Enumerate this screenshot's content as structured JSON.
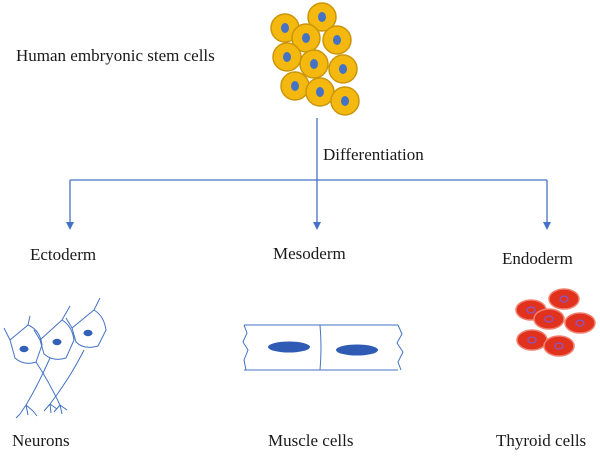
{
  "labels": {
    "stem_cells": "Human embryonic stem cells",
    "process": "Differentiation",
    "ectoderm": "Ectoderm",
    "mesoderm": "Mesoderm",
    "endoderm": "Endoderm",
    "neurons": "Neurons",
    "muscle_cells": "Muscle cells",
    "thyroid_cells": "Thyroid cells"
  },
  "colors": {
    "line": "#4472c4",
    "stem_cell_fill": "#f5b80f",
    "stem_cell_outline": "#c9960a",
    "nucleus": "#4472c4",
    "muscle_nucleus": "#2f5bb5",
    "thyroid_fill": "#e0321d",
    "thyroid_outline": "#f08070",
    "thyroid_nucleus": "#8a55c8"
  }
}
